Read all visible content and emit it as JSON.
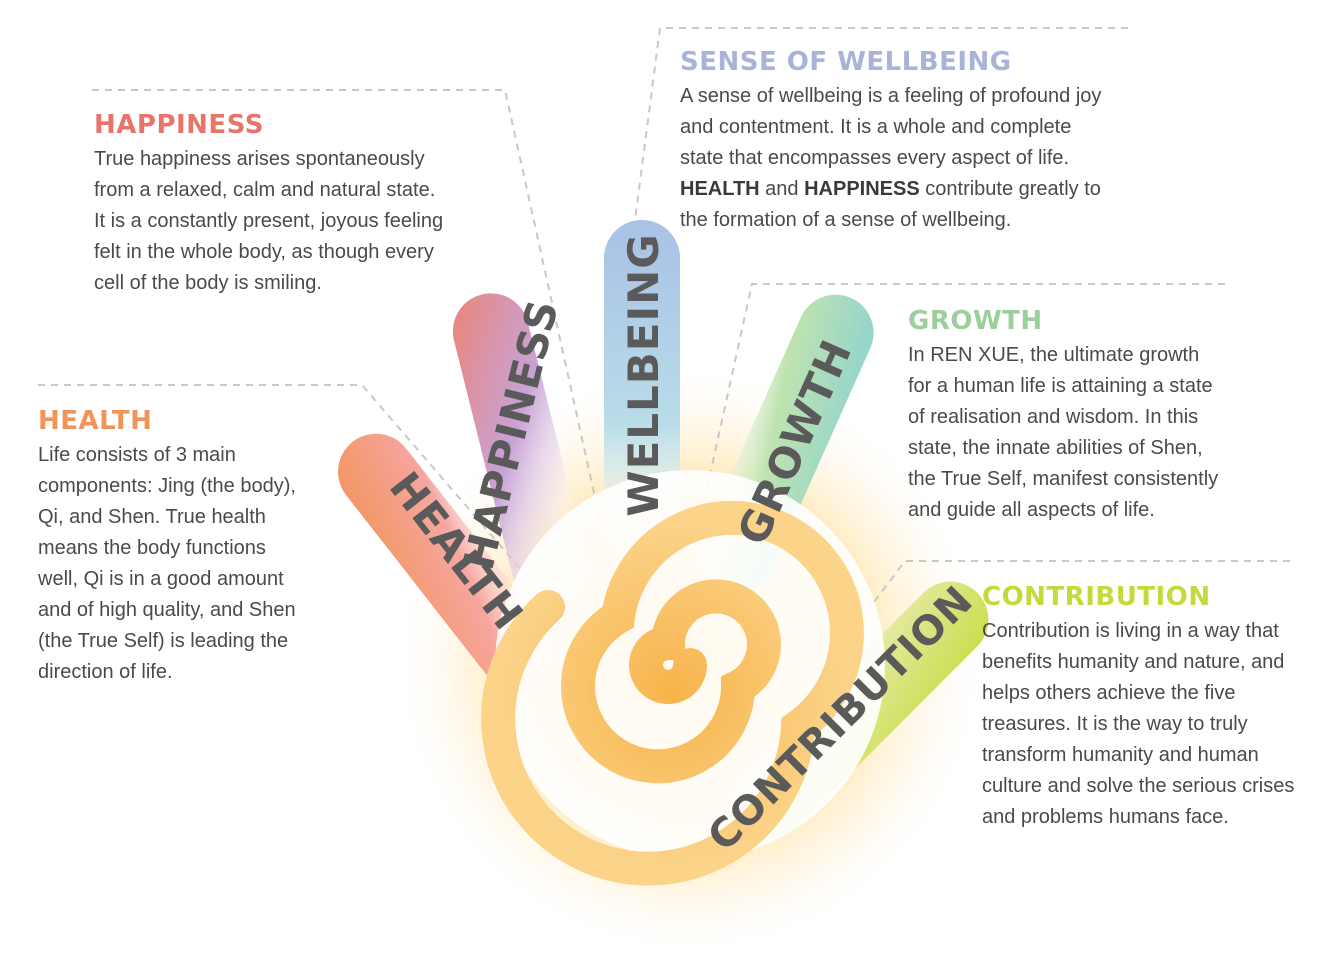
{
  "fingers": {
    "health": "HEALTH",
    "happiness": "HAPPINESS",
    "wellbeing": "WELLBEING",
    "growth": "GROWTH",
    "contribution": "CONTRIBUTION"
  },
  "sections": {
    "happiness": {
      "title": "HAPPINESS",
      "lines": [
        "True happiness arises spontaneously",
        "from a relaxed, calm and natural state.",
        "It is a constantly present, joyous feeling",
        "felt in the whole body, as though every",
        "cell of the body is smiling."
      ]
    },
    "wellbeing": {
      "title": "SENSE OF WELLBEING",
      "lines": [
        "A sense of wellbeing is a feeling of profound joy",
        "and contentment. It is a whole and complete",
        "state that encompasses every aspect of life."
      ],
      "last_line_a": "HEALTH",
      "last_line_b": " and ",
      "last_line_c": "HAPPINESS",
      "last_line_d": " contribute greatly to",
      "final_line": "the formation of a sense of wellbeing."
    },
    "health": {
      "title": "HEALTH",
      "lines": [
        "Life consists of 3 main",
        "components: Jing (the body),",
        "Qi, and Shen. True health",
        "means the body functions",
        "well, Qi is in a good amount",
        "and of high quality, and Shen",
        "(the True Self) is leading the",
        "direction of life."
      ]
    },
    "growth": {
      "title": "GROWTH",
      "lines": [
        "In REN XUE, the ultimate growth",
        "for a human life is attaining a state",
        "of realisation and wisdom. In this",
        "state, the innate abilities of Shen,",
        "the True Self, manifest consistently",
        "and guide all aspects of life."
      ]
    },
    "contribution": {
      "title": "CONTRIBUTION",
      "lines": [
        "Contribution is living in a way that",
        "benefits humanity and nature, and",
        "helps others achieve the five",
        "treasures. It is the way to truly",
        "transform humanity and human",
        "culture and solve the serious crises",
        "and problems humans face."
      ]
    }
  },
  "colors": {
    "health": "#f0945a",
    "happiness": "#e8756a",
    "wellbeing": "#a9b3d8",
    "growth": "#9ccf9c",
    "contribution": "#c5d93a",
    "glow": "#ffd98a",
    "leader": "#c8c8c8"
  }
}
